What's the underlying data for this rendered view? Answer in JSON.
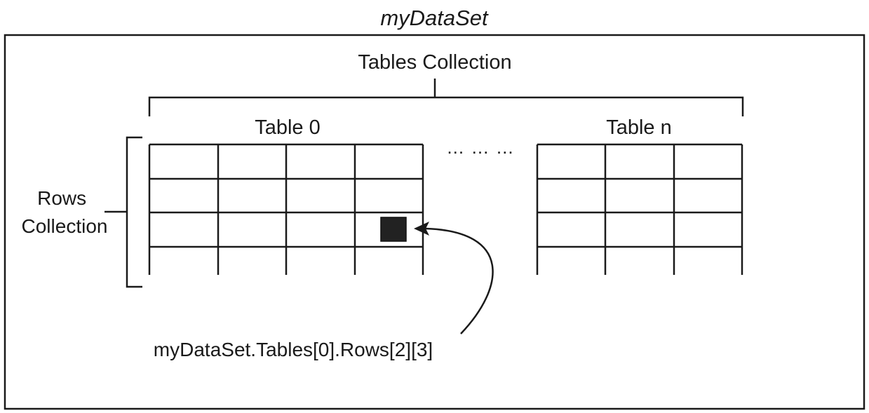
{
  "title": "myDataSet",
  "tables_collection_label": "Tables Collection",
  "table_first_label": "Table 0",
  "table_last_label": "Table n",
  "ellipsis": "… … …",
  "rows_collection_label": {
    "line1": "Rows",
    "line2": "Collection"
  },
  "access_expression": "myDataSet.Tables[0].Rows[2][3]",
  "highlighted_cell": {
    "table": 0,
    "row": 2,
    "column": 3
  },
  "colors": {
    "stroke": "#1a1a1a",
    "highlight_fill": "#222222",
    "background": "#ffffff"
  }
}
